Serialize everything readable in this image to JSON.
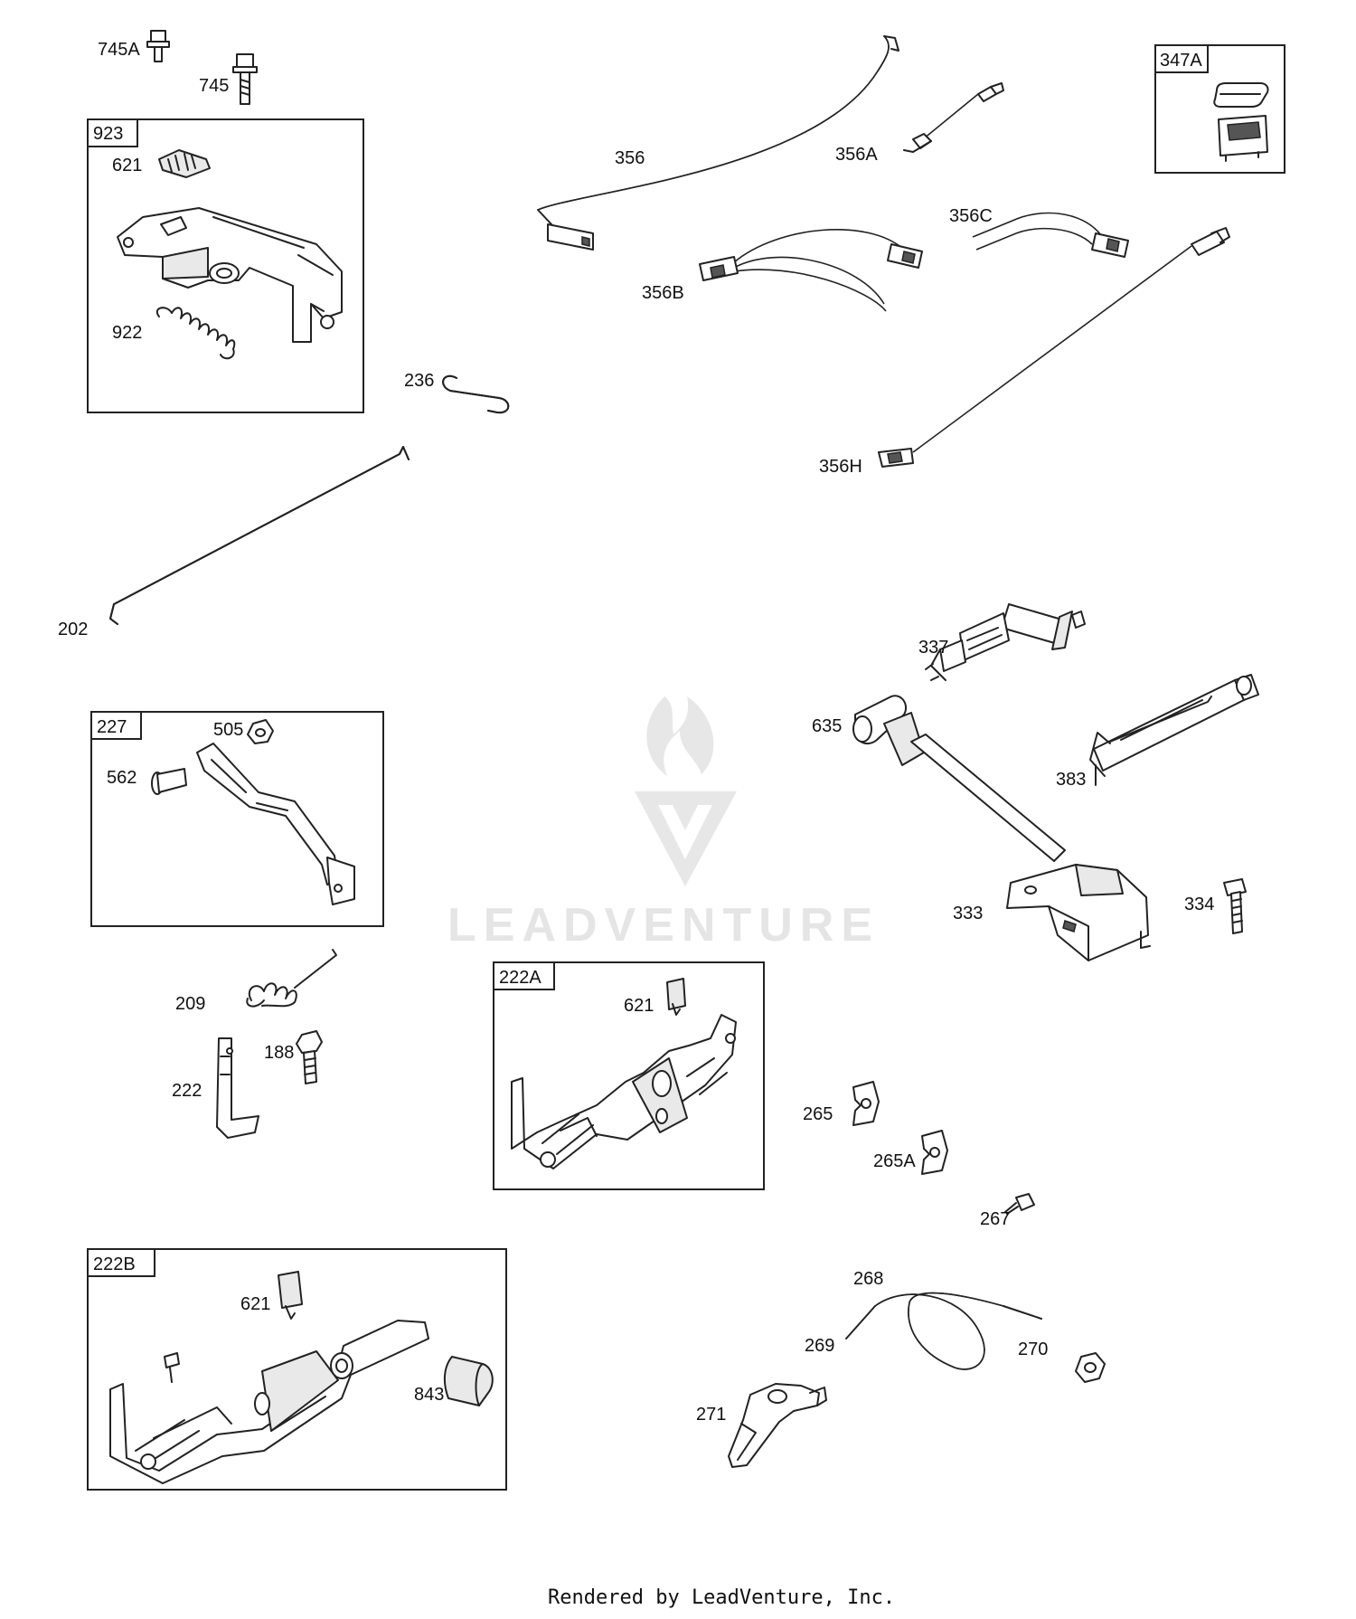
{
  "labels": {
    "p745A": "745A",
    "p745": "745",
    "p923": "923",
    "p621a": "621",
    "p922": "922",
    "p236": "236",
    "p202": "202",
    "p356": "356",
    "p356A": "356A",
    "p356B": "356B",
    "p356C": "356C",
    "p356H": "356H",
    "p347A": "347A",
    "p337": "337",
    "p635": "635",
    "p383": "383",
    "p333": "333",
    "p334": "334",
    "p227": "227",
    "p505": "505",
    "p562": "562",
    "p209": "209",
    "p188": "188",
    "p222": "222",
    "p222A": "222A",
    "p621b": "621",
    "p265": "265",
    "p265A": "265A",
    "p267": "267",
    "p222B": "222B",
    "p621c": "621",
    "p843": "843",
    "p268": "268",
    "p269": "269",
    "p270": "270",
    "p271": "271"
  },
  "watermark": "LEADVENTURE",
  "footer": "Rendered by LeadVenture, Inc."
}
